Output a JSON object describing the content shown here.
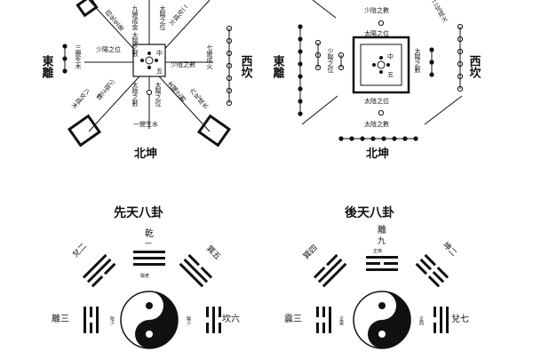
{
  "top_left": {
    "east_label": "東離",
    "west_label": "西坎",
    "south_label": "北坤",
    "center_chars": [
      "中",
      "五"
    ],
    "texts": {
      "n_upper": "九變成金",
      "n_mid": "太陽之位",
      "n_low": "太陽之數",
      "nw": "四化生金",
      "ne": "二化成火",
      "w_a": "三變生木",
      "w_b": "少陽之位",
      "e_a": "少陰之數",
      "e_b": "七變成火",
      "s_a": "太陽之位",
      "s_b": "太陰之數",
      "s_c": "一變生水",
      "sw": "八化成木",
      "se": "六化成水",
      "sw_b": "少陰之數",
      "se_b": "太陽之數"
    }
  },
  "top_right": {
    "east_label": "東離",
    "west_label": "西坎",
    "south_label": "北坤",
    "center_chars": [
      "中",
      "五"
    ],
    "texts": {
      "n_a": "少陰之數",
      "n_b": "太陽之位",
      "w_a": "少陽之位",
      "e_a": "太陽之數",
      "s_a": "太陰之位",
      "s_b": "太陰之數",
      "ne": "二化成火"
    }
  },
  "bottom_left": {
    "title": "先天八卦",
    "top": {
      "name": "乾",
      "num": "一"
    },
    "left": {
      "name": "離三"
    },
    "right": {
      "name": "坎六"
    },
    "upper_left": {
      "name": "兌二"
    },
    "upper_right": {
      "name": "巽五"
    },
    "mini": {
      "left": "陰少",
      "right": "陽少",
      "top": "陽老"
    }
  },
  "bottom_right": {
    "title": "後天八卦",
    "top": {
      "name": "離",
      "num": "九"
    },
    "left": {
      "name": "震三"
    },
    "right": {
      "name": "兌七"
    },
    "upper_left": {
      "name": "巽四"
    },
    "upper_right": {
      "name": "坤二"
    },
    "mini": {
      "left": "正東",
      "right": "正西",
      "top": "正南"
    },
    "center_text": "中宮"
  }
}
